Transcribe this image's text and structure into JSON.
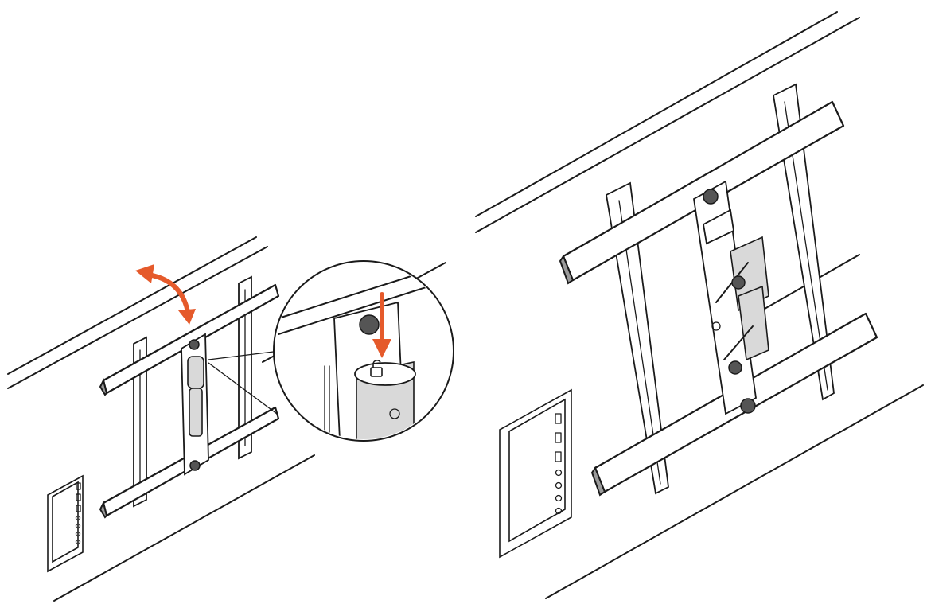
{
  "figure": {
    "left_view": {
      "tilt_arrow": "tilt-adjust",
      "detail_callout": "lock-detail",
      "detail_arrow": "press-down",
      "lock_symbol": "unlock-icon"
    },
    "right_view": {
      "mount": "wall-mount-locked"
    }
  },
  "colors": {
    "accent": "#e55a2b",
    "line": "#1a1a1a",
    "shade": "#9a9a9a",
    "background": "#ffffff"
  }
}
